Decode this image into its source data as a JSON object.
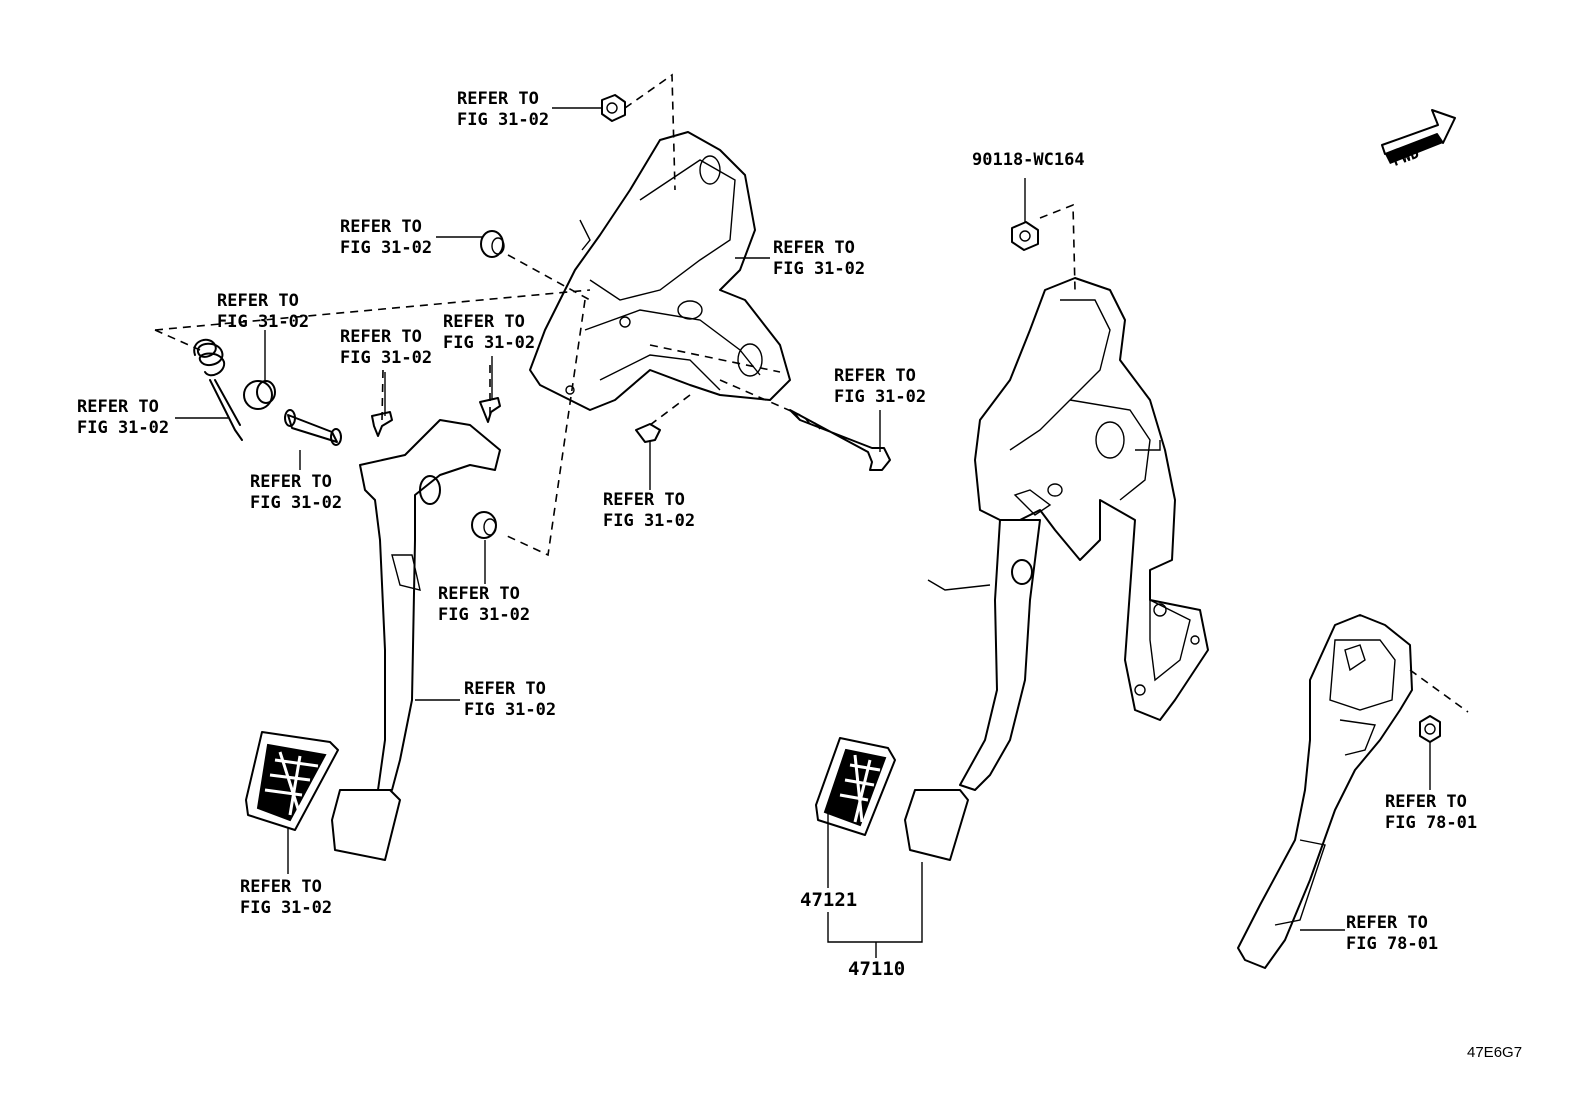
{
  "diagram": {
    "title": "Brake and clutch pedal assembly",
    "callouts": {
      "nut_top": {
        "line1": "REFER TO",
        "line2": "FIG 31-02"
      },
      "bushing_top": {
        "line1": "REFER TO",
        "line2": "FIG 31-02"
      },
      "bracket": {
        "line1": "REFER TO",
        "line2": "FIG 31-02"
      },
      "collar_left": {
        "line1": "REFER TO",
        "line2": "FIG 31-02"
      },
      "spring": {
        "line1": "REFER TO",
        "line2": "FIG 31-02"
      },
      "clip_left": {
        "line1": "REFER TO",
        "line2": "FIG 31-02"
      },
      "clip_right": {
        "line1": "REFER TO",
        "line2": "FIG 31-02"
      },
      "pipe": {
        "line1": "REFER TO",
        "line2": "FIG 31-02"
      },
      "bolt": {
        "line1": "REFER TO",
        "line2": "FIG 31-02"
      },
      "cushion": {
        "line1": "REFER TO",
        "line2": "FIG 31-02"
      },
      "bushing_mid": {
        "line1": "REFER TO",
        "line2": "FIG 31-02"
      },
      "clutch_pedal": {
        "line1": "REFER TO",
        "line2": "FIG 31-02"
      },
      "clutch_pad": {
        "line1": "REFER TO",
        "line2": "FIG 31-02"
      },
      "accel_nut": {
        "line1": "REFER TO",
        "line2": "FIG 78-01"
      },
      "accel_pedal": {
        "line1": "REFER TO",
        "line2": "FIG 78-01"
      }
    },
    "part_numbers": {
      "nut": "90118-WC164",
      "brake_pad": "47121",
      "brake_pedal_assy": "47110"
    },
    "fwd_label": "FWD",
    "figure_code": "47E6G7"
  }
}
